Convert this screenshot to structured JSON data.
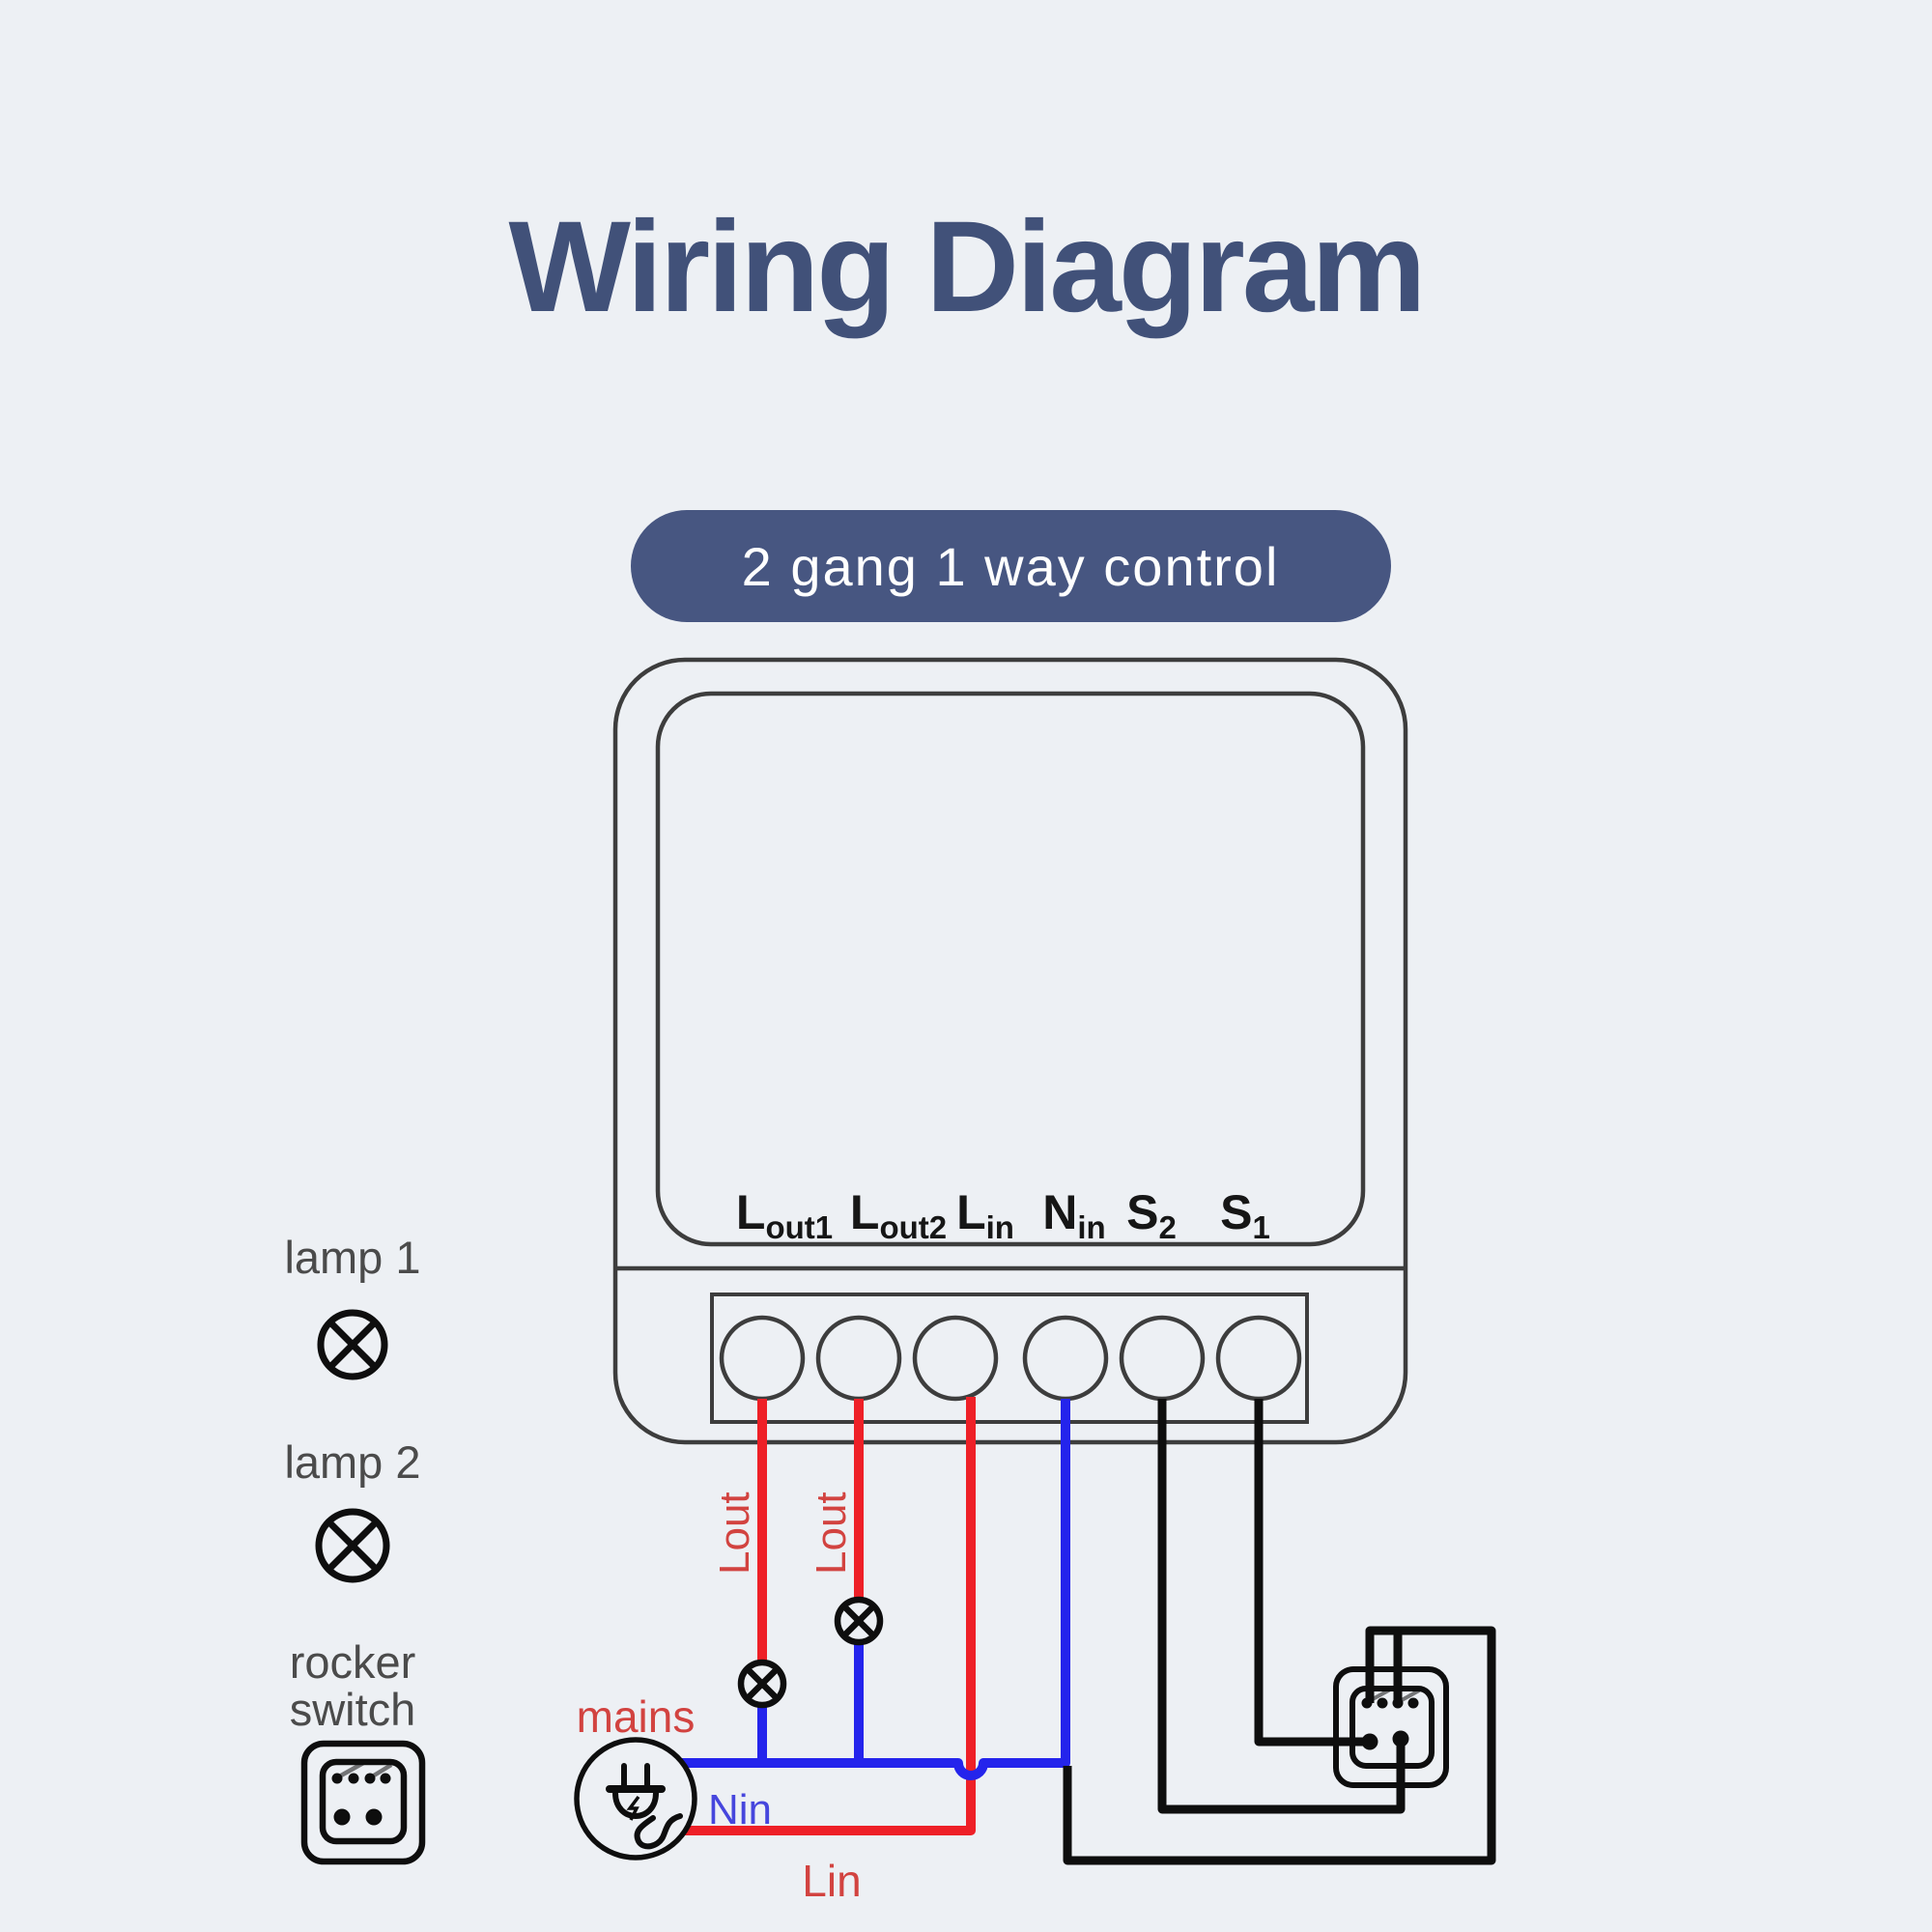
{
  "title": "Wiring Diagram",
  "badge": "2 gang 1 way control",
  "device": {
    "terminals": [
      {
        "name": "Lout1",
        "main": "L",
        "sub": "out1"
      },
      {
        "name": "Lout2",
        "main": "L",
        "sub": "out2"
      },
      {
        "name": "Lin",
        "main": "L",
        "sub": "in"
      },
      {
        "name": "Nin",
        "main": "N",
        "sub": "in"
      },
      {
        "name": "S2",
        "main": "S",
        "sub": "2"
      },
      {
        "name": "S1",
        "main": "S",
        "sub": "1"
      }
    ]
  },
  "legend": {
    "lamp1": "lamp 1",
    "lamp2": "lamp 2",
    "rocker_line1": "rocker",
    "rocker_line2": "switch"
  },
  "wire_labels": {
    "lout1": "Lout",
    "lout2": "Lout",
    "mains": "mains",
    "nin": "Nin",
    "lin": "Lin"
  },
  "colors": {
    "background": "#edf0f4",
    "title": "#415179",
    "badge": "#475681",
    "badge_text": "#ffffff",
    "live_wire": "#ee2027",
    "neutral_wire": "#2424ec",
    "switch_wire": "#0e0e0e",
    "red_label": "#d24340",
    "blue_label": "#4646dd",
    "gray_label": "#4b4b4b",
    "device_outline": "#3d3d3d"
  }
}
